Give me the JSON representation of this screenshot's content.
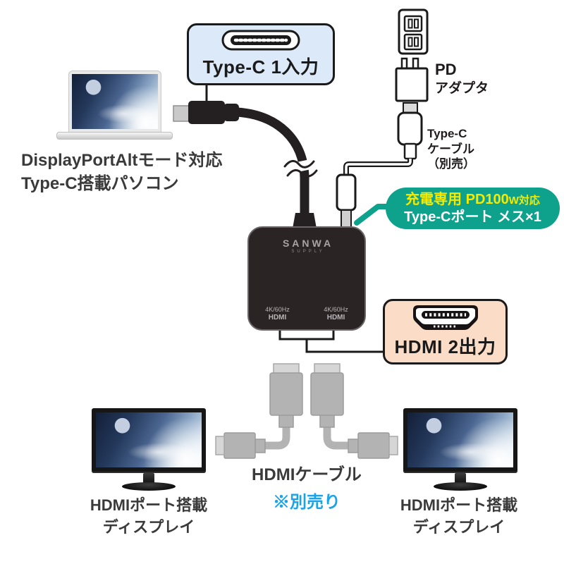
{
  "colors": {
    "accent_teal": "#0EA18C",
    "callout_yellow": "#F5EA00",
    "note_blue": "#1BA3E9",
    "input_box_bg": "#DCE9F8",
    "output_box_bg": "#FBDCC7"
  },
  "laptop": {
    "caption_line1": "DisplayPortAltモード対応",
    "caption_line2": "Type-C搭載パソコン"
  },
  "typec_input": {
    "label": "Type-C 1入力"
  },
  "power": {
    "pd_line1": "PD",
    "pd_line2": "アダプタ",
    "cable_line1": "Type-C",
    "cable_line2": "ケーブル",
    "cable_line3": "（別売）"
  },
  "callout": {
    "line1_seg1": "充電専用 ",
    "line1_seg2": "PD100",
    "line1_seg3": "W対応",
    "line2": "Type-Cポート メス×1"
  },
  "hub": {
    "brand": "SANWA",
    "brand_sub": "SUPPLY",
    "port_left": {
      "line1": "4K/60Hz",
      "line2": "HDMI"
    },
    "port_right": {
      "line1": "4K/60Hz",
      "line2": "HDMI"
    }
  },
  "hdmi_output": {
    "label": "HDMI 2出力"
  },
  "hdmi_cable": {
    "label": "HDMIケーブル",
    "note": "※別売り"
  },
  "monitor_left": {
    "caption_line1": "HDMIポート搭載",
    "caption_line2": "ディスプレイ"
  },
  "monitor_right": {
    "caption_line1": "HDMIポート搭載",
    "caption_line2": "ディスプレイ"
  }
}
